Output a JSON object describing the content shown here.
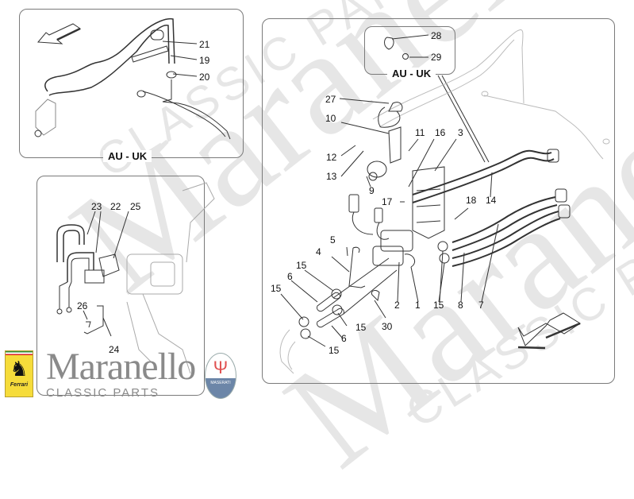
{
  "watermark": {
    "brand": "Maranello",
    "tagline": "CLASSIC PARTS",
    "left_badge": "Ferrari",
    "right_badge": "MASERATI"
  },
  "panels": {
    "top_left": {
      "label": "AU - UK",
      "callouts": [
        "21",
        "19",
        "20"
      ]
    },
    "bottom_left": {
      "callouts": [
        "23",
        "22",
        "25",
        "26",
        "24"
      ]
    },
    "main": {
      "inset_label": "AU - UK",
      "inset_callouts": [
        "28",
        "29"
      ],
      "callouts": [
        "27",
        "10",
        "11",
        "16",
        "3",
        "12",
        "13",
        "9",
        "17",
        "18",
        "14",
        "5",
        "4",
        "15",
        "6",
        "15",
        "15",
        "6",
        "15",
        "2",
        "1",
        "15",
        "8",
        "7",
        "30"
      ]
    }
  },
  "colors": {
    "line": "#333333",
    "panel_border": "#7a7a7a",
    "watermark": "#e6e6e6"
  }
}
